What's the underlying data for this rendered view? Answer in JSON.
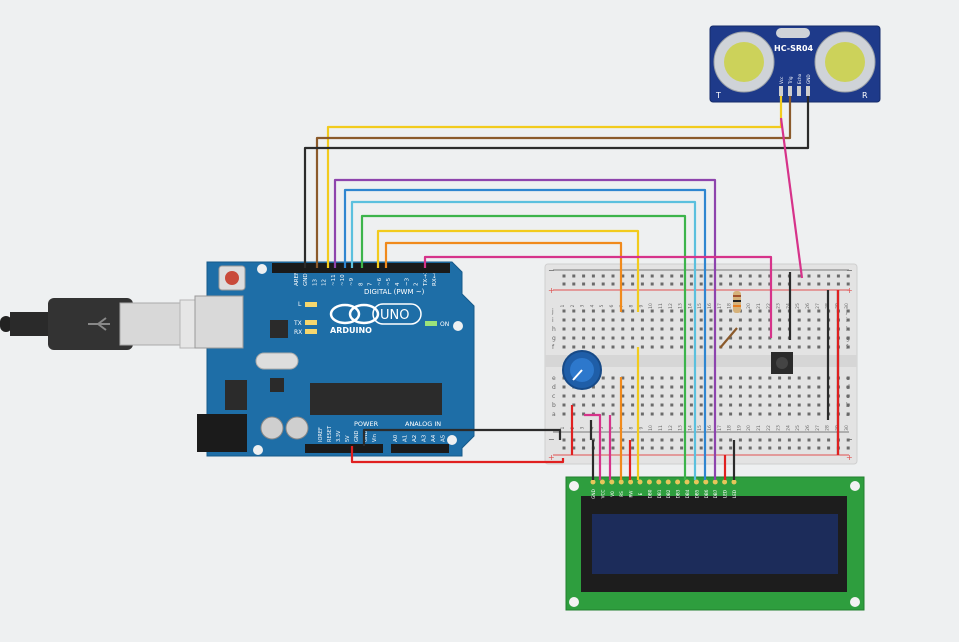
{
  "sensor": {
    "model": "HC-SR04",
    "left_mark": "T",
    "right_mark": "R",
    "pins": [
      "Vcc",
      "Trig",
      "Echo",
      "GND"
    ]
  },
  "arduino": {
    "brand": "ARDUINO",
    "model": "UNO",
    "digital_label": "DIGITAL (PWM ~)",
    "power_label": "POWER",
    "analog_label": "ANALOG IN",
    "on_label": "ON",
    "led_labels": [
      "L",
      "TX",
      "RX"
    ],
    "digital_pins": [
      "AREF",
      "GND",
      "13",
      "12",
      "~11",
      "~10",
      "~9",
      "8",
      "7",
      "~6",
      "~5",
      "4",
      "~3",
      "2",
      "TX→1",
      "RX←0"
    ],
    "power_pins": [
      "IOREF",
      "RESET",
      "3.3V",
      "5V",
      "GND",
      "GND",
      "Vin"
    ],
    "analog_pins": [
      "A0",
      "A1",
      "A2",
      "A3",
      "A4",
      "A5"
    ]
  },
  "breadboard": {
    "row_letters_top": [
      "j",
      "i",
      "h",
      "g",
      "f"
    ],
    "row_letters_bottom": [
      "e",
      "d",
      "c",
      "b",
      "a"
    ],
    "column_numbers": [
      "1",
      "2",
      "3",
      "4",
      "5",
      "6",
      "7",
      "8",
      "9",
      "10",
      "11",
      "12",
      "13",
      "14",
      "15",
      "16",
      "17",
      "18",
      "19",
      "20",
      "21",
      "22",
      "23",
      "24",
      "25",
      "26",
      "27",
      "28",
      "29",
      "30"
    ],
    "rail_plus": "+",
    "rail_minus": "−"
  },
  "lcd": {
    "pins": [
      "GND",
      "VCC",
      "V0",
      "RS",
      "RW",
      "E",
      "DB0",
      "DB1",
      "DB2",
      "DB3",
      "DB4",
      "DB5",
      "DB6",
      "DB7",
      "LED",
      "LED"
    ]
  },
  "colors": {
    "yellow": "#f2cb1d",
    "brown": "#8b5a2b",
    "black": "#2b2b2b",
    "purple": "#8e44ad",
    "blue": "#2f86d0",
    "lightblue": "#5bc0de",
    "green": "#3cb44b",
    "orange": "#f08a1c",
    "magenta": "#d6338a",
    "red": "#e02020",
    "board": "#1e6ea7",
    "pcb_green": "#2e9e3e"
  }
}
